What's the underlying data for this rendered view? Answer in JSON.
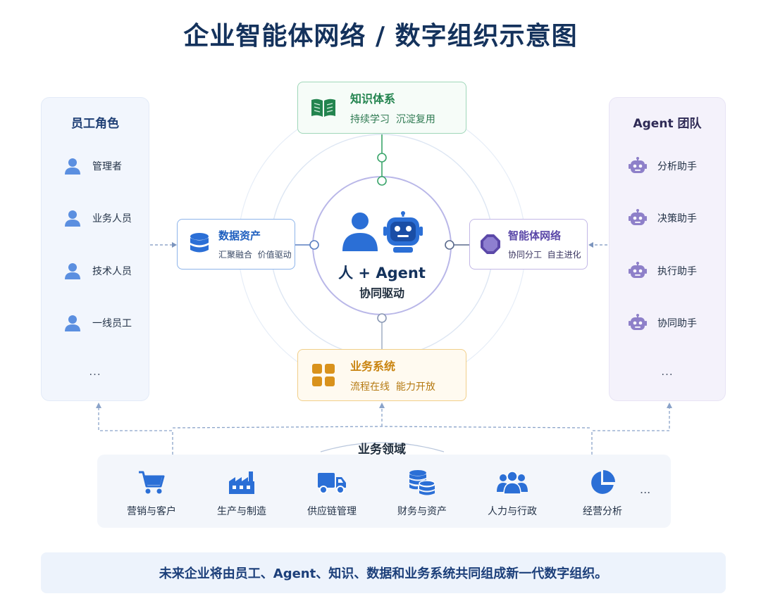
{
  "title": "企业智能体网络 / 数字组织示意图",
  "employees": {
    "title": "员工角色",
    "items": [
      "管理者",
      "业务人员",
      "技术人员",
      "一线员工"
    ],
    "more": "..."
  },
  "agents": {
    "title": "Agent 团队",
    "items": [
      "分析助手",
      "决策助手",
      "执行助手",
      "协同助手"
    ],
    "more": "..."
  },
  "knowledge": {
    "title": "知识体系",
    "subtitle": "持续学习  沉淀复用"
  },
  "data_assets": {
    "title": "数据资产",
    "subtitle": "汇聚融合  价值驱动"
  },
  "agent_network": {
    "title": "智能体网络",
    "subtitle": "协同分工  自主进化"
  },
  "business_systems": {
    "title": "业务系统",
    "subtitle": "流程在线  能力开放"
  },
  "center": {
    "title": "人 + Agent",
    "subtitle": "协同驱动"
  },
  "domains": {
    "label": "业务领域",
    "items": [
      {
        "label": "营销与客户",
        "icon": "shopping-cart-icon"
      },
      {
        "label": "生产与制造",
        "icon": "factory-icon"
      },
      {
        "label": "供应链管理",
        "icon": "truck-icon"
      },
      {
        "label": "财务与资产",
        "icon": "coins-icon"
      },
      {
        "label": "人力与行政",
        "icon": "people-icon"
      },
      {
        "label": "经营分析",
        "icon": "pie-chart-icon"
      }
    ],
    "more": "..."
  },
  "footer": "未来企业将由员工、Agent、知识、数据和业务系统共同组成新一代数字组织。",
  "colors": {
    "blue": "#2b6fd6",
    "green": "#23844f",
    "purple": "#7a6bbf",
    "orange": "#d9921c",
    "navy": "#14325c"
  }
}
